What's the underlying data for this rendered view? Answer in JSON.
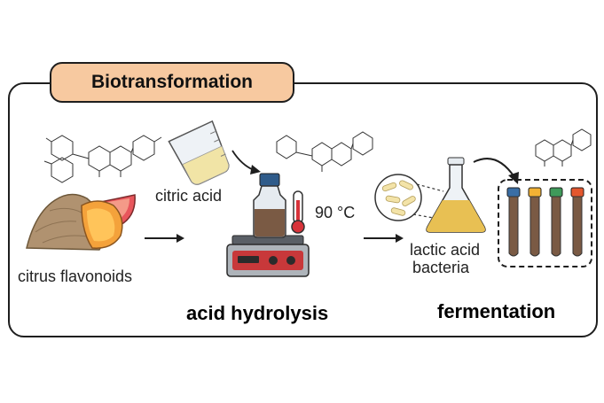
{
  "title": "Biotransformation",
  "labels": {
    "citrus_flavonoids": "citrus flavonoids",
    "citric_acid": "citric acid",
    "temperature": "90 °C",
    "lactic_acid_bacteria_line1": "lactic acid",
    "lactic_acid_bacteria_line2": "bacteria"
  },
  "steps": {
    "acid_hydrolysis": "acid hydrolysis",
    "fermentation": "fermentation"
  },
  "colors": {
    "title_fill": "#f7c9a0",
    "broth": "#7a5a44",
    "cap_blue": "#3a6ea5",
    "cap_yellow": "#f2b134",
    "cap_green": "#3f9a5a",
    "cap_red": "#e4572e",
    "hotplate_red": "#c8383a",
    "bacteria": "#f3e3a8"
  }
}
